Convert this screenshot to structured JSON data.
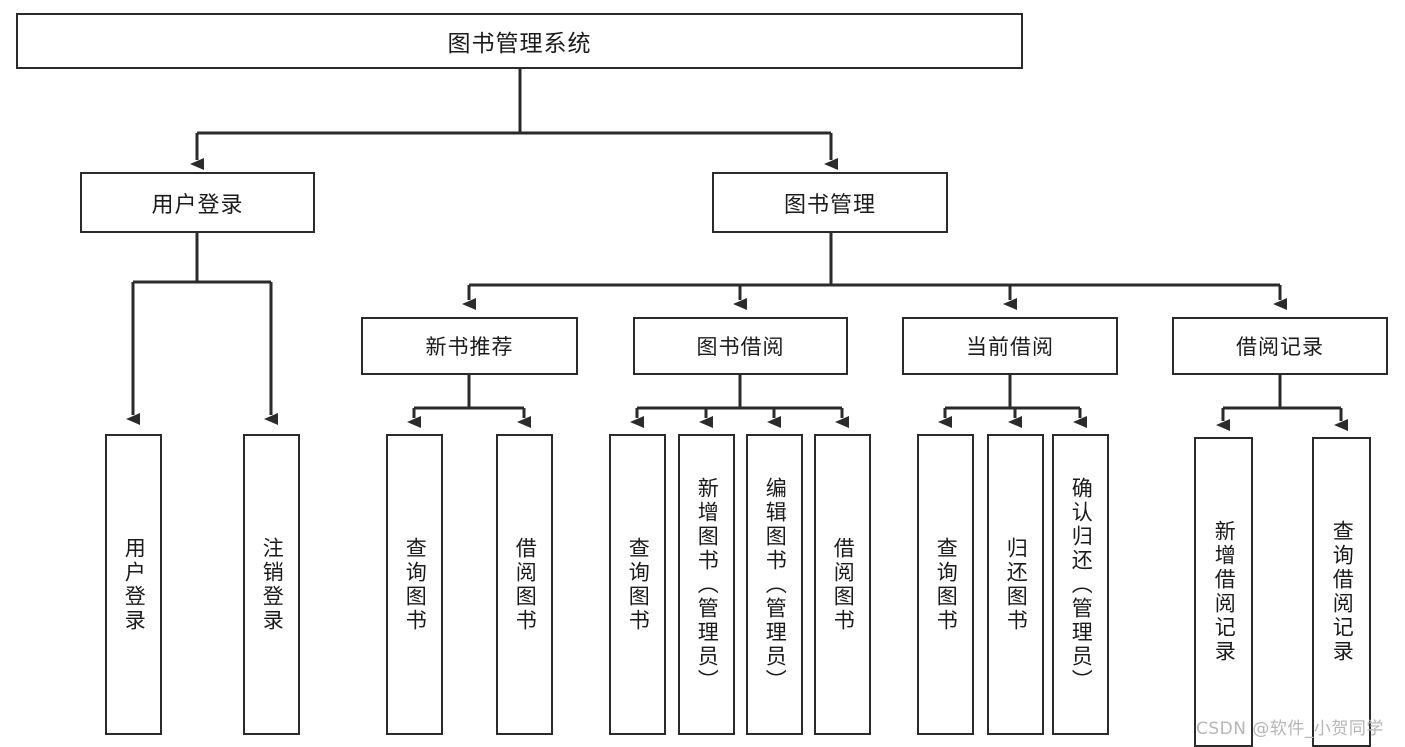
{
  "diagram": {
    "title": "图书管理系统",
    "type": "tree-hierarchy-diagram",
    "root": {
      "label": "图书管理系统"
    },
    "level2": [
      {
        "label": "用户登录"
      },
      {
        "label": "图书管理"
      }
    ],
    "level3": [
      {
        "label": "新书推荐"
      },
      {
        "label": "图书借阅"
      },
      {
        "label": "当前借阅"
      },
      {
        "label": "借阅记录"
      }
    ],
    "leaves": {
      "user_login": [
        {
          "label": "用户登录"
        },
        {
          "label": "注销登录"
        }
      ],
      "new_book_recommend": [
        {
          "label": "查询图书"
        },
        {
          "label": "借阅图书"
        }
      ],
      "book_borrow": [
        {
          "label": "查询图书"
        },
        {
          "label": "新增图书（管理员）"
        },
        {
          "label": "编辑图书（管理员）"
        },
        {
          "label": "借阅图书"
        }
      ],
      "current_borrow": [
        {
          "label": "查询图书"
        },
        {
          "label": "归还图书"
        },
        {
          "label": "确认归还（管理员）"
        }
      ],
      "borrow_record": [
        {
          "label": "新增借阅记录"
        },
        {
          "label": "查询借阅记录"
        }
      ]
    }
  },
  "watermark": {
    "text": "CSDN @软件_小贺同学"
  },
  "colors": {
    "stroke": "#2b2b2b",
    "fill": "#ffffff",
    "text": "#1b1b1b",
    "watermark": "#b6b6b6"
  }
}
